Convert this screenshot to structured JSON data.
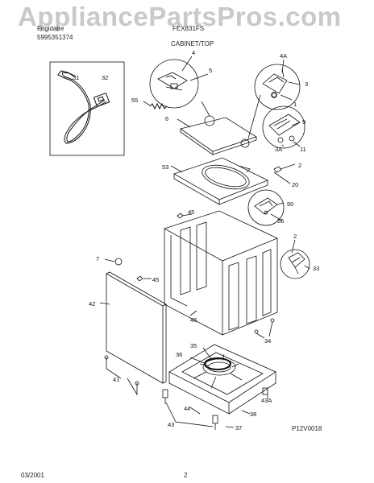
{
  "header": {
    "brand": "Frigidaire",
    "model": "FEX831FS",
    "doc_number": "5995351374",
    "section_title": "CABINET/TOP"
  },
  "watermark": "AppliancePartsPros.com",
  "diagram_code": "P12V0018",
  "footer": {
    "date": "03/2001",
    "page": "2"
  },
  "callouts": [
    "31",
    "32",
    "4",
    "5",
    "4A",
    "3",
    "1",
    "55",
    "6",
    "9",
    "3A",
    "11",
    "53",
    "2",
    "20",
    "45",
    "50",
    "56",
    "7",
    "2",
    "33",
    "45",
    "42",
    "46",
    "34",
    "35",
    "36",
    "41",
    "43A",
    "44",
    "38",
    "43",
    "37"
  ]
}
